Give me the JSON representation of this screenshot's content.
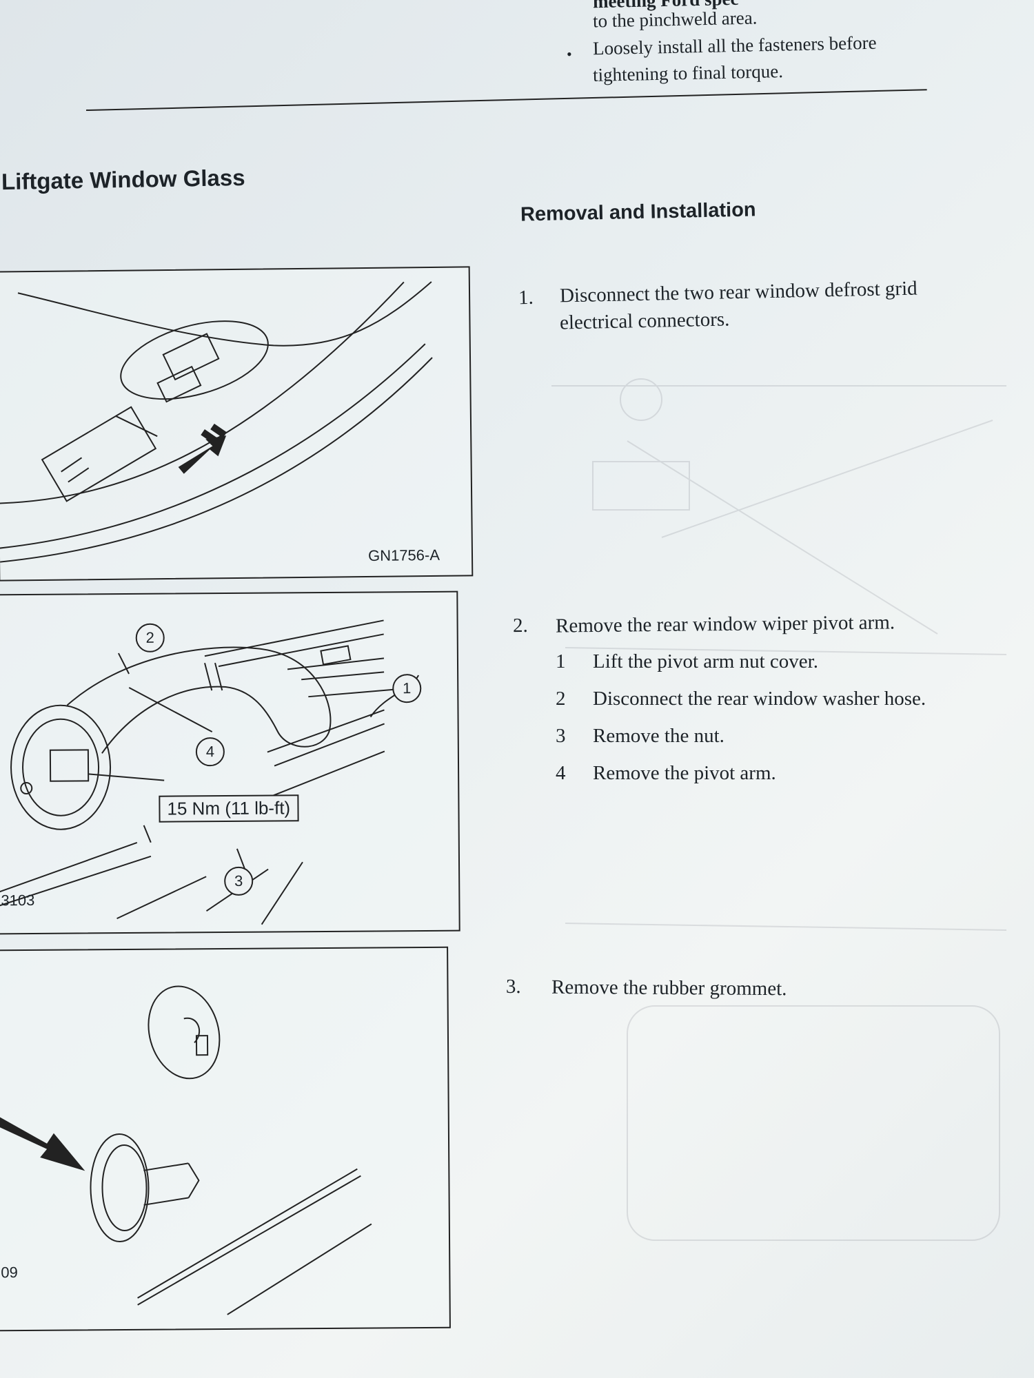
{
  "top_partial": "meeting Ford spec",
  "top_line": "to the pinchweld area.",
  "bullet_text_1": "Loosely install all the fasteners before",
  "bullet_text_2": "tightening to final torque.",
  "section_title": "Liftgate Window Glass",
  "subsection_title": "Removal and Installation",
  "figures": {
    "fig1_id": "GN1756-A",
    "fig2_id": "3103",
    "fig2_torque": "15 Nm (11 lb-ft)",
    "fig2_callouts": [
      "1",
      "2",
      "3",
      "4"
    ],
    "fig3_id": "09"
  },
  "steps": [
    {
      "num": "1.",
      "text_line1": "Disconnect the two rear window defrost grid",
      "text_line2": "electrical connectors."
    },
    {
      "num": "2.",
      "text_line1": "Remove the rear window wiper pivot arm.",
      "substeps": [
        {
          "num": "1",
          "text": "Lift the pivot arm nut cover."
        },
        {
          "num": "2",
          "text": "Disconnect the rear window washer hose."
        },
        {
          "num": "3",
          "text": "Remove the nut."
        },
        {
          "num": "4",
          "text": "Remove the pivot arm."
        }
      ]
    },
    {
      "num": "3.",
      "text_line1": "Remove the rubber grommet."
    }
  ]
}
